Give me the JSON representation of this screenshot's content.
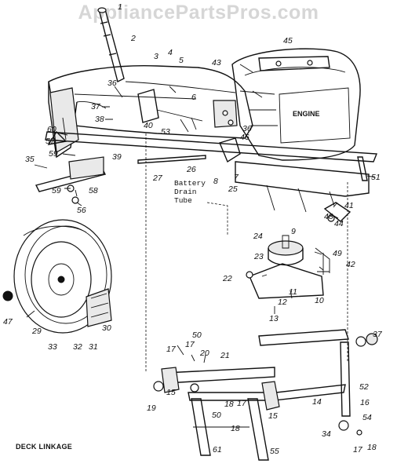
{
  "watermark": "AppliancePartsPros.com",
  "engine_label": "ENGINE",
  "callout_battery_drain_tube": "Battery\nDrain\nTube",
  "caption": "DECK LINKAGE",
  "part_numbers": {
    "p1": "1",
    "p2": "2",
    "p3": "3",
    "p4": "4",
    "p5": "5",
    "p6": "6",
    "p7": "7",
    "p8": "8",
    "p9": "9",
    "p10": "10",
    "p11": "11",
    "p12": "12",
    "p13": "13",
    "p14": "14",
    "p15a": "15",
    "p15b": "15",
    "p16": "16",
    "p17a": "17",
    "p17b": "17",
    "p17c": "17",
    "p17d": "17",
    "p18a": "18",
    "p18b": "18",
    "p18c": "18",
    "p19": "19",
    "p20": "20",
    "p21": "21",
    "p22": "22",
    "p23": "23",
    "p24": "24",
    "p25": "25",
    "p26": "26",
    "p27": "27",
    "p29": "29",
    "p30": "30",
    "p31": "31",
    "p32": "32",
    "p33": "33",
    "p34": "34",
    "p35": "35",
    "p36a": "36",
    "p36b": "36",
    "p37a": "37",
    "p37b": "37",
    "p38": "38",
    "p39": "39",
    "p40": "40",
    "p41": "41",
    "p42": "42",
    "p43": "43",
    "p44": "44",
    "p45": "45",
    "p46": "46",
    "p47": "47",
    "p48": "48",
    "p49": "49",
    "p50a": "50",
    "p50b": "50",
    "p51": "51",
    "p52": "52",
    "p53": "53",
    "p54": "54",
    "p55": "55",
    "p56": "56",
    "p57": "57",
    "p58": "58",
    "p59a": "59",
    "p59b": "59",
    "p60": "60",
    "p61": "61"
  }
}
